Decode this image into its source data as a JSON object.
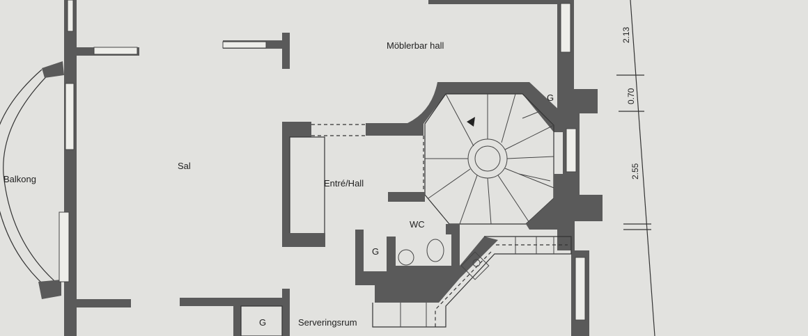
{
  "rooms": {
    "moblerbar_hall": "Möblerbar hall",
    "sal": "Sal",
    "balkong": "Balkong",
    "entre_hall": "Entré/Hall",
    "wc": "WC",
    "g_stair": "G",
    "g_wc": "G",
    "g_servering": "G",
    "serveringsrum": "Serveringsrum"
  },
  "dimensions": [
    "2.13",
    "0.70",
    "2.55"
  ],
  "colors": {
    "paper": "#e2e2df",
    "wall": "#5a5a5a",
    "ink": "#222222"
  }
}
